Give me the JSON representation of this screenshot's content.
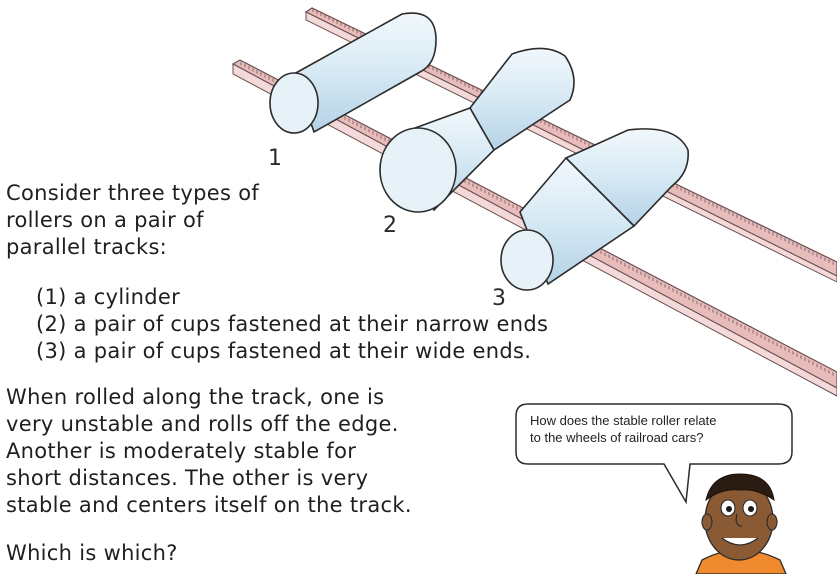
{
  "intro": {
    "lines": [
      "Consider three types of",
      "rollers on a pair of",
      "parallel tracks:"
    ]
  },
  "options": [
    "(1) a cylinder",
    "(2) a pair of cups fastened at their narrow ends",
    "(3) a pair of cups fastened at their wide ends."
  ],
  "description": {
    "lines": [
      "When rolled along the track, one is",
      "very unstable and rolls off the edge.",
      "Another is moderately stable for",
      "short distances. The other is very",
      "stable and centers itself on the track."
    ]
  },
  "question": "Which is which?",
  "roller_labels": [
    "1",
    "2",
    "3"
  ],
  "speech_bubble": {
    "lines": [
      "How does the stable roller relate",
      "to the wheels of railroad cars?"
    ]
  },
  "colors": {
    "rail_side": "#e9bcbc",
    "rail_edge": "#8a6a6a",
    "roller_fill": "#dfeef7",
    "roller_shade": "#b9d6e8",
    "skin": "#8a5a34",
    "shirt": "#f08a2e"
  }
}
